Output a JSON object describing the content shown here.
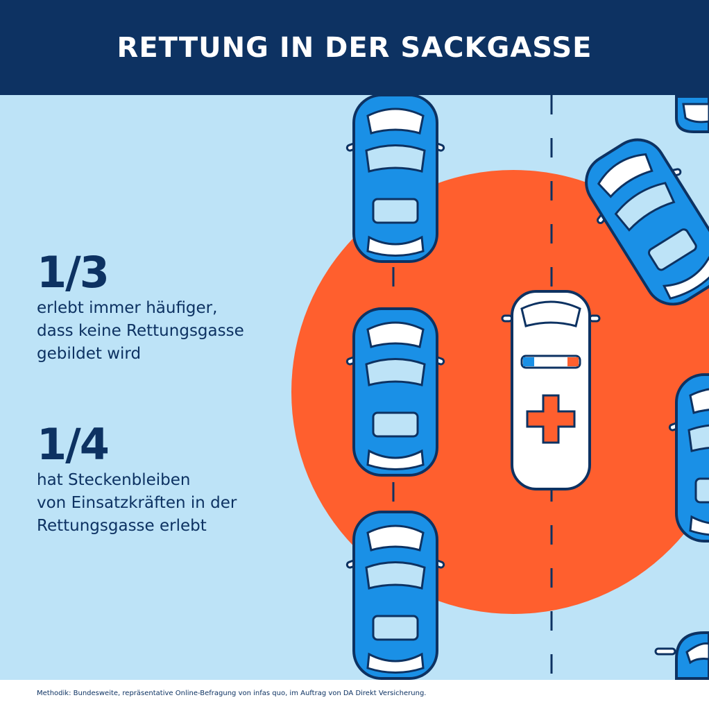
{
  "title": "RETTUNG IN DER SACKGASSE",
  "stats": [
    {
      "value": "1/3",
      "lines": [
        "erlebt immer häufiger,",
        "dass keine Rettungsgasse",
        "gebildet wird"
      ]
    },
    {
      "value": "1/4",
      "lines": [
        "hat Steckenbleiben",
        "von Einsatzkräften in der",
        "Rettungsgasse erlebt"
      ]
    }
  ],
  "footer": "Methodik: Bundesweite, repräsentative Online-Befragung von infas quo, im Auftrag von DA Direkt Versicherung.",
  "colors": {
    "navy": "#0d3262",
    "sky": "#bde3f7",
    "orange": "#ff5f2e",
    "car_blue": "#1a90e6"
  }
}
